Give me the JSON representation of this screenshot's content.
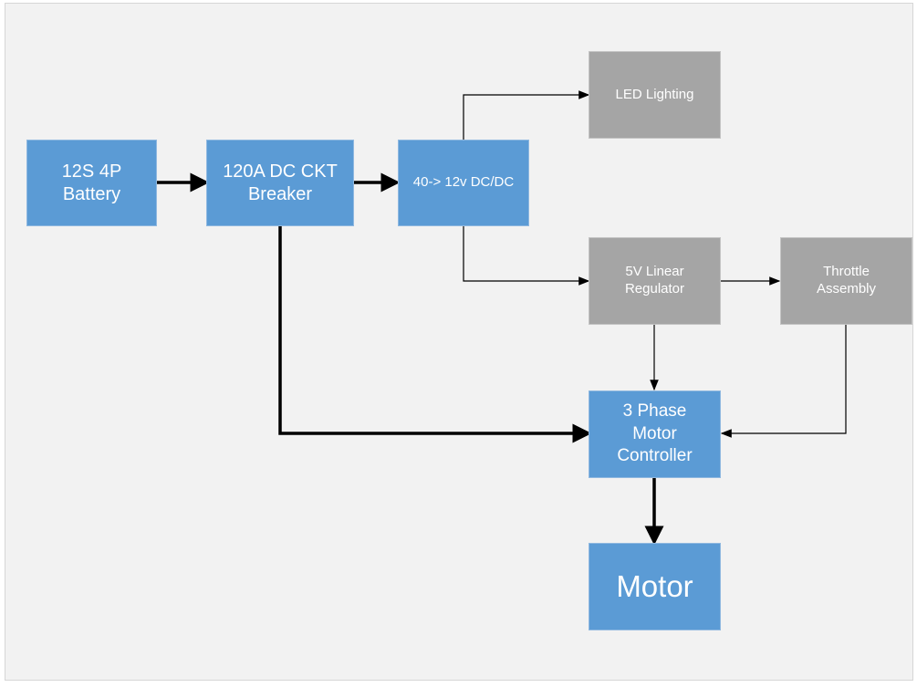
{
  "diagram": {
    "title": "",
    "colors": {
      "power_block": "#5b9bd5",
      "aux_block": "#a5a5a5",
      "background": "#f2f2f2",
      "wire": "#000000"
    },
    "nodes": {
      "battery": {
        "label": "12S 4P\nBattery",
        "kind": "power"
      },
      "breaker": {
        "label": "120A DC CKT\nBreaker",
        "kind": "power"
      },
      "dcdc": {
        "label": "40-> 12v DC/DC",
        "kind": "power"
      },
      "led": {
        "label": "LED Lighting",
        "kind": "aux"
      },
      "regulator": {
        "label": "5V Linear\nRegulator",
        "kind": "aux"
      },
      "throttle": {
        "label": "Throttle\nAssembly",
        "kind": "aux"
      },
      "controller": {
        "label": "3 Phase\nMotor\nController",
        "kind": "power"
      },
      "motor": {
        "label": "Motor",
        "kind": "power"
      }
    },
    "edges": [
      {
        "from": "battery",
        "to": "breaker",
        "weight": "heavy"
      },
      {
        "from": "breaker",
        "to": "dcdc",
        "weight": "heavy"
      },
      {
        "from": "dcdc",
        "to": "led",
        "weight": "light"
      },
      {
        "from": "dcdc",
        "to": "regulator",
        "weight": "light"
      },
      {
        "from": "regulator",
        "to": "throttle",
        "weight": "light"
      },
      {
        "from": "regulator",
        "to": "controller",
        "weight": "light"
      },
      {
        "from": "throttle",
        "to": "controller",
        "weight": "light"
      },
      {
        "from": "breaker",
        "to": "controller",
        "weight": "heavy"
      },
      {
        "from": "controller",
        "to": "motor",
        "weight": "heavy"
      }
    ]
  }
}
